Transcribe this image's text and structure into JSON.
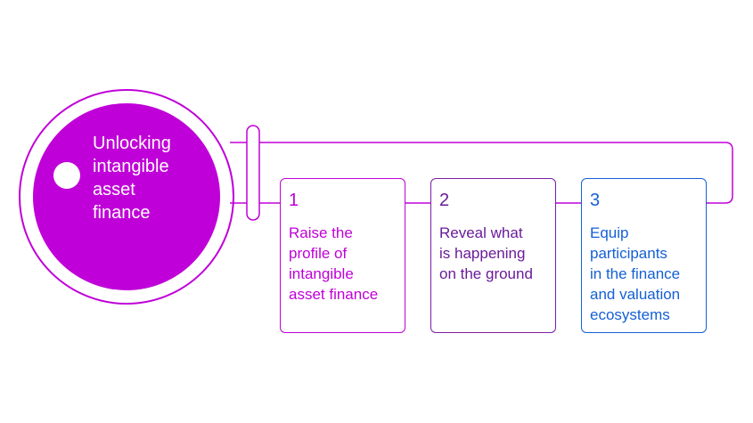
{
  "colors": {
    "magenta": "#c000d8",
    "purple": "#7b1fa2",
    "blue": "#1560d4",
    "white": "#ffffff"
  },
  "center": {
    "title_lines": [
      "Unlocking",
      "intangible",
      "asset",
      "finance"
    ]
  },
  "steps": [
    {
      "number": "1",
      "lines": [
        "Raise the",
        "profile of",
        "intangible",
        "asset finance"
      ],
      "color": "#c000d8"
    },
    {
      "number": "2",
      "lines": [
        "Reveal what",
        "is happening",
        "on the ground"
      ],
      "color": "#6a1b9a"
    },
    {
      "number": "3",
      "lines": [
        "Equip",
        "participants",
        "in the finance",
        "and valuation",
        "ecosystems"
      ],
      "color": "#1560d4"
    }
  ]
}
